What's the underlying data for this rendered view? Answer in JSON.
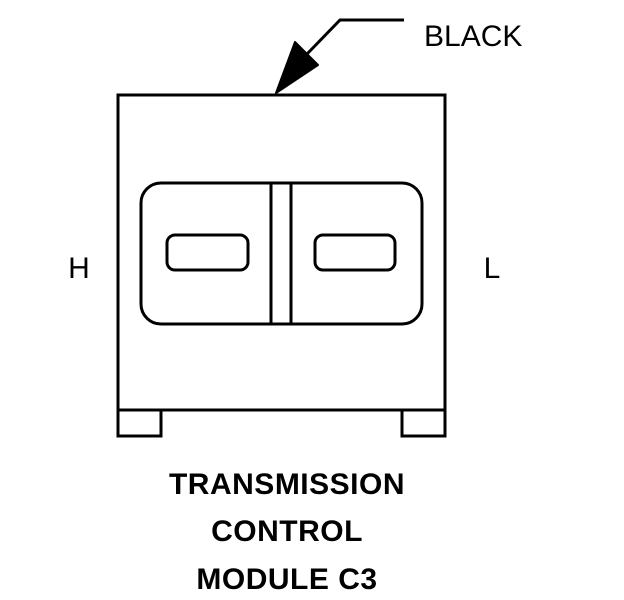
{
  "callout": {
    "label": "BLACK"
  },
  "sides": {
    "left": "H",
    "right": "L"
  },
  "caption": {
    "line1": "TRANSMISSION",
    "line2": "CONTROL",
    "line3": "MODULE C3"
  },
  "colors": {
    "stroke": "#000000",
    "background": "#ffffff"
  }
}
